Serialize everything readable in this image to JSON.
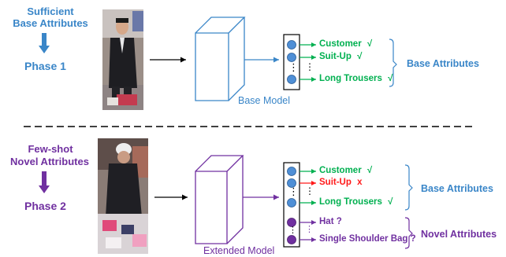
{
  "phase1": {
    "left_label": [
      "Sufficient",
      "Base Attributes"
    ],
    "phase": "Phase 1",
    "model": "Base Model",
    "outputs": [
      {
        "text": "Customer",
        "mark": "√"
      },
      {
        "text": "Suit-Up",
        "mark": "√"
      },
      {
        "text": "Long Trousers",
        "mark": "√"
      }
    ],
    "group_label": "Base Attributes"
  },
  "phase2": {
    "left_label": [
      "Few-shot",
      "Novel Attributes"
    ],
    "phase": "Phase 2",
    "model": "Extended Model",
    "base_outputs": [
      {
        "text": "Customer",
        "mark": "√"
      },
      {
        "text": "Suit-Up",
        "mark": "x"
      },
      {
        "text": "Long Trousers",
        "mark": "√"
      }
    ],
    "novel_outputs": [
      {
        "text": "Hat ?"
      },
      {
        "text": "Single Shoulder Bag ?"
      }
    ],
    "base_group_label": "Base Attributes",
    "novel_group_label": "Novel Attributes"
  },
  "ellipsis": "⋮",
  "colors": {
    "blue": "#3a86c8",
    "purple": "#7030a0",
    "green": "#00b050",
    "red": "#ff1a1a",
    "node_blue": "#4f8fd6",
    "node_purple": "#7030a0"
  }
}
